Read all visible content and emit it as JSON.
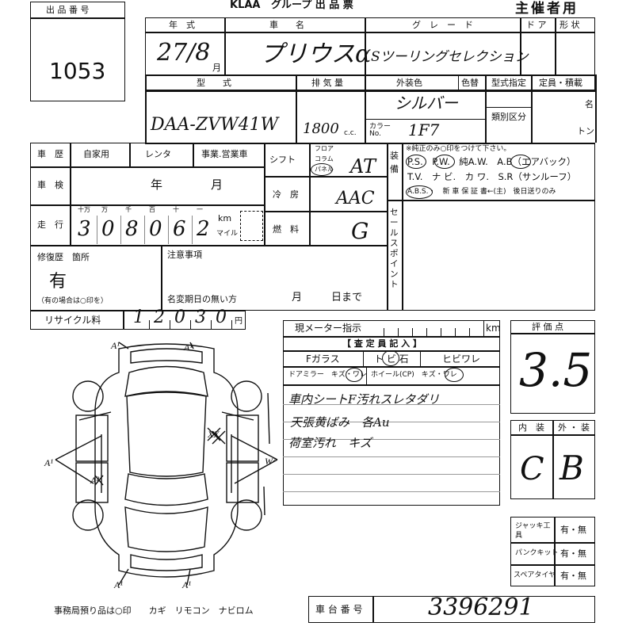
{
  "header": {
    "auction_logo": "KLAA",
    "title": "グループ 出 品 票",
    "copy_label": "主催者用"
  },
  "lot": {
    "label": "出 品 番 号",
    "number": "1053"
  },
  "row1": {
    "year_label": "年　式",
    "year_value": "27/8",
    "month_unit": "月",
    "name_label": "車　　名",
    "name_value": "プリウスα",
    "grade_label": "グ　レ　ー　ド",
    "grade_value": "Sツーリングセレクション",
    "door_label": "ド ア",
    "shape_label": "形 状"
  },
  "row2": {
    "model_label": "型　　式",
    "model_value": "DAA-ZVW41W",
    "displacement_label": "排 気 量",
    "displacement_value": "1800",
    "cc_unit": "c.c.",
    "exterior_color_label": "外装色",
    "exterior_color_value": "シルバー",
    "color_change_label": "色替",
    "color_no_label": "カラー No.",
    "color_no_value": "1F7",
    "model_designation_label": "型式指定",
    "classification_label": "類別区分",
    "capacity_label": "定員・積載",
    "persons_unit": "名",
    "tons_unit": "トン"
  },
  "usage": {
    "title": "車　歴",
    "private": "自家用",
    "rental": "レンタ",
    "business": "事業.営業車"
  },
  "shaken": {
    "label": "車　検",
    "year": "年",
    "month": "月"
  },
  "mileage": {
    "label": "走　行",
    "digit_headers": [
      "十万",
      "万",
      "千",
      "百",
      "十",
      "一"
    ],
    "digits": [
      "3",
      "0",
      "8",
      "0",
      "6",
      "2"
    ],
    "km_unit": "km",
    "mile_unit": "マイル"
  },
  "transmission": {
    "shift_label": "シフト",
    "options": [
      "フロア",
      "コラム",
      "パネル"
    ],
    "value": "AT",
    "ac_label": "冷　房",
    "ac_value": "AAC",
    "fuel_label": "燃　料",
    "fuel_value": "G"
  },
  "equipment": {
    "side_label": "装備",
    "note": "※純正のみ○印をつけて下さい。",
    "line1": "P.S.　P.W.　純A.W.　A.B（エアバック）",
    "line2": "T.V.　ナ ビ.　カ ワ.　S.R（サンルーフ）",
    "line3": "A.B.S.・　新 車 保 証 書←(主)　後日送りのみ"
  },
  "sales_point_label": "セールスポイント",
  "repair": {
    "label": "修復歴　箇所",
    "value": "有",
    "note": "（有の場合は○印を）"
  },
  "notes": {
    "label": "注意事項",
    "deadline_label": "名変期日の無い方",
    "month": "月",
    "day": "日まで"
  },
  "recycle": {
    "label": "リサイクル料",
    "digits": [
      "1",
      "2",
      "0",
      "3",
      "0"
    ],
    "unit": "円"
  },
  "inspector": {
    "meter_label": "現メーター指示",
    "km_unit": "km",
    "title": "【 査 定 員 記 入 】",
    "glass": "Fガラス",
    "chip": "ト ビ 石",
    "crack": "ヒビワレ",
    "mirror": "ドアミラー　キズ・ワレ",
    "wheel": "ホイール(CP)　キズ・ワレ",
    "comment_lines": [
      "車内シートF汚れスレタダリ",
      "天張黄ばみ　各Au",
      "荷室汚れ　キズ"
    ]
  },
  "score": {
    "label": "評 価 点",
    "value": "3.5"
  },
  "interior_exterior": {
    "interior_label": "内　装",
    "exterior_label": "外 ・ 装",
    "interior_value": "C",
    "exterior_value": "B"
  },
  "tools": {
    "jack_label": "ジャッキ工具",
    "kit_label": "パンクキット",
    "spare_label": "スペアタイヤ",
    "options": "有・無"
  },
  "chassis": {
    "label": "車 台 番 号",
    "value": "3396291"
  },
  "diagram_marks": {
    "a1": "A¹",
    "a2": "A²",
    "w2": "W²",
    "xx": "XX"
  },
  "footer": {
    "text": "事務局預り品は○印　　カギ　リモコン　ナビロム"
  }
}
